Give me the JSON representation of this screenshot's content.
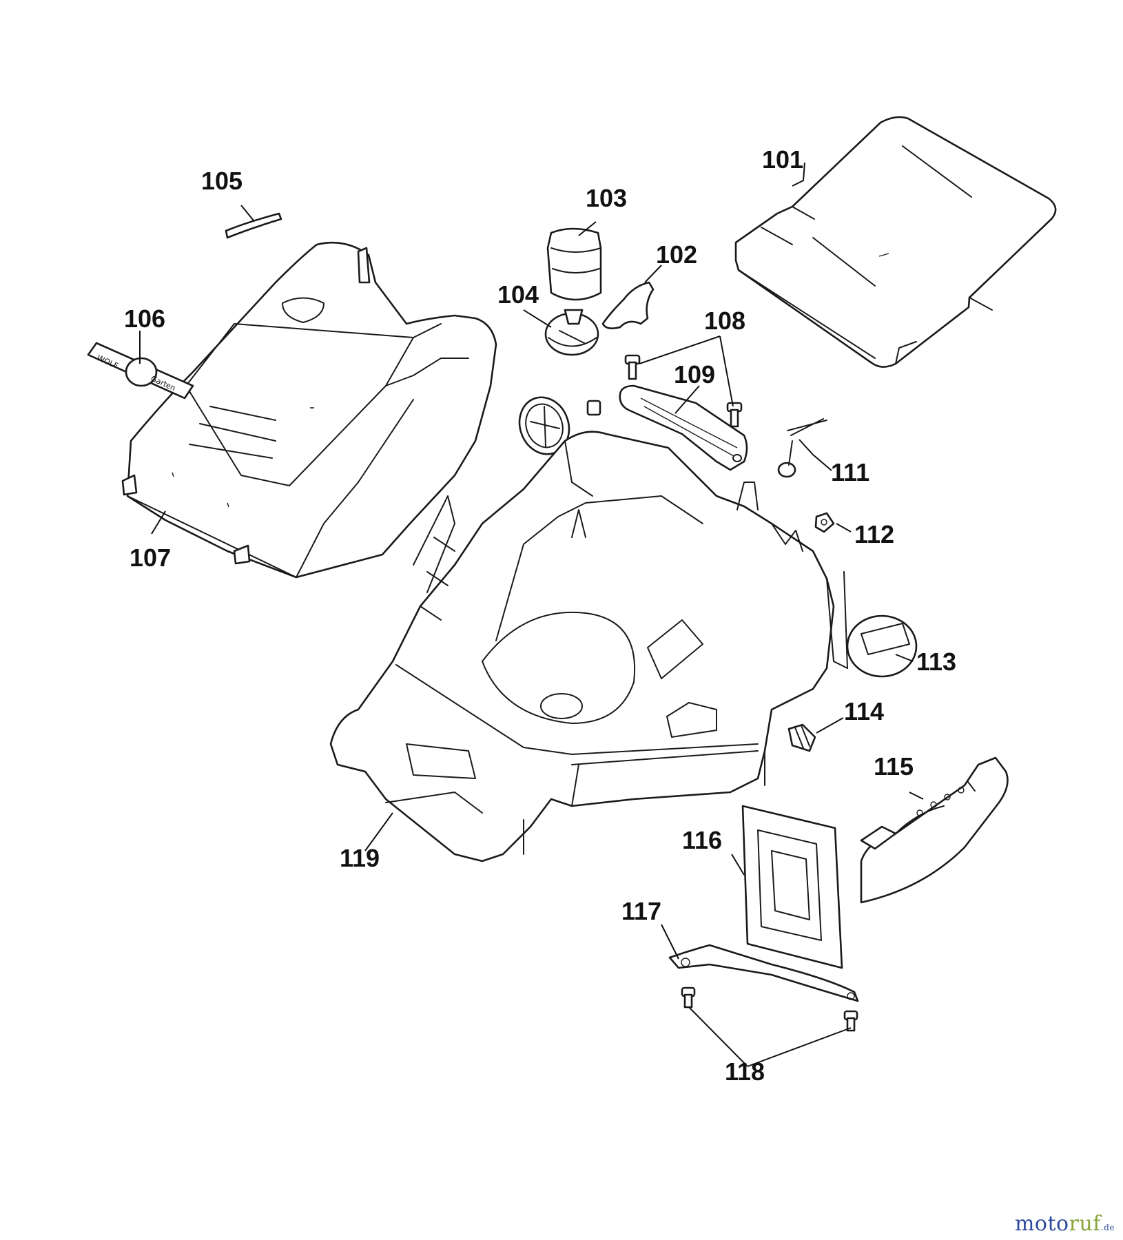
{
  "labels": {
    "p101": "101",
    "p102": "102",
    "p103": "103",
    "p104": "104",
    "p105": "105",
    "p106": "106",
    "p107": "107",
    "p108": "108",
    "p109": "109",
    "p111": "111",
    "p112": "112",
    "p113": "113",
    "p114": "114",
    "p115": "115",
    "p116": "116",
    "p117": "117",
    "p118": "118",
    "p119": "119"
  },
  "logo": {
    "line1": "WOLF",
    "line2": "Garten"
  },
  "watermark": {
    "part1": "moto",
    "part2": "ruf",
    "tld": ".de"
  }
}
